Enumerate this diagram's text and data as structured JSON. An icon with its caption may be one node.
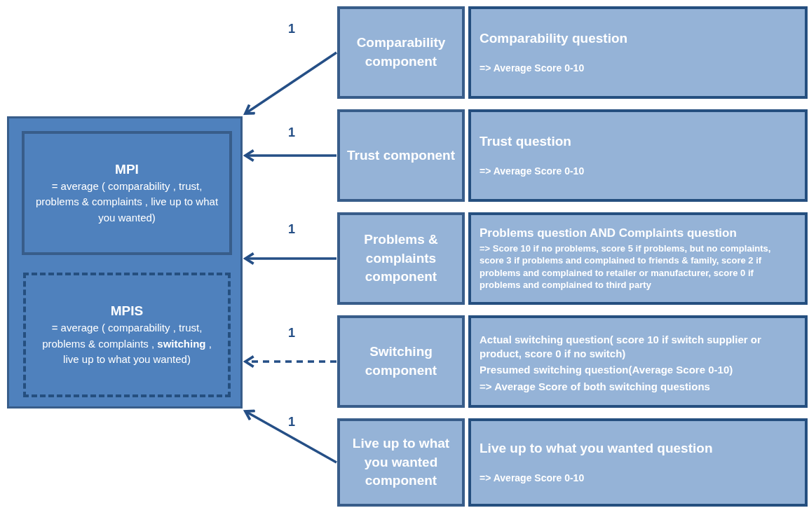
{
  "diagram": {
    "nodes": [
      {
        "text": [],
        "shape": "box"
      },
      {
        "text": [
          "MPI",
          "= average ( comparability , trust, problems & complaints , live up to what you wanted)"
        ],
        "in": 0
      },
      {
        "text": [
          "MPIS",
          "= average ( comparability , trust, problems & complaints , **switching** , live up to what you wanted)"
        ],
        "in": 0
      },
      {
        "text": [
          "Comparability component"
        ]
      },
      {
        "text": [
          "Comparability question",
          "=> Average Score 0-10"
        ]
      },
      {
        "text": [
          "Trust component"
        ]
      },
      {
        "text": [
          "Trust question",
          "=> Average Score 0-10"
        ]
      },
      {
        "text": [
          "Problems & complaints component"
        ]
      },
      {
        "text": [
          "Problems question AND Complaints question",
          "=> Score 10 if no problems, score 5 if problems, but no complaints, score 3 if problems and complained to friends & family, score 2 if problems and complained to retailer or manufacturer, score 0 if problems and complained to third party"
        ]
      },
      {
        "text": [
          "Switching component"
        ]
      },
      {
        "text": [
          "Actual switching question( score 10 if switch supplier or product, score 0 if no switch)",
          "Presumed switching question(Average Score 0-10)",
          "=> Average Score of both switching questions"
        ]
      },
      {
        "text": [
          "Live up to what you wanted component"
        ]
      },
      {
        "text": [
          "Live up to what you wanted question",
          "=> Average Score 0-10"
        ]
      }
    ],
    "edges": [
      {
        "from": 3,
        "to": 0,
        "arrow": "to",
        "label": "1"
      },
      {
        "from": 5,
        "to": 0,
        "arrow": "to",
        "label": "1"
      },
      {
        "from": 7,
        "to": 0,
        "arrow": "to",
        "label": "1"
      },
      {
        "from": 9,
        "to": 0,
        "arrow": "to",
        "label": "1",
        "style": "dashed"
      },
      {
        "from": 11,
        "to": 0,
        "arrow": "to",
        "label": "1"
      }
    ]
  }
}
